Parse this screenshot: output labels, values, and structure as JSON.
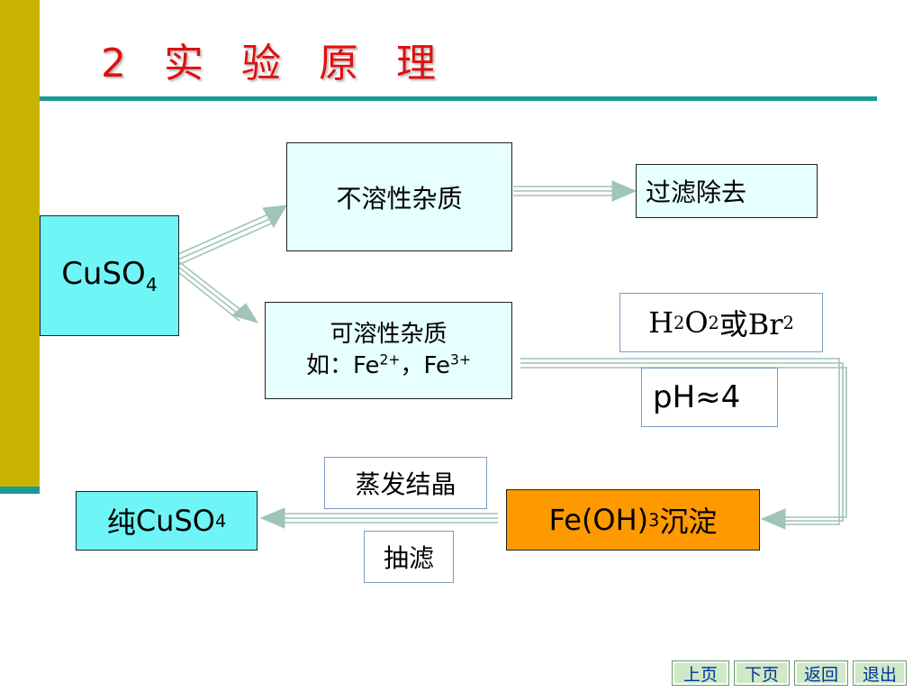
{
  "title": "2 实 验 原 理",
  "cuso4": {
    "base": "CuSO",
    "sub": "4"
  },
  "insoluble": "不溶性杂质",
  "filter_remove": "过滤除去",
  "soluble": {
    "line1": "可溶性杂质",
    "prefix": "如：Fe",
    "sup1": "2+",
    "mid": "，Fe",
    "sup2": "3+"
  },
  "oxidant": {
    "h": "H",
    "s1": "2",
    "o": "O",
    "s2": "2",
    "or": "或Br",
    "s3": "2"
  },
  "ph": "pH≈4",
  "evaporate": "蒸发结晶",
  "suction": "抽滤",
  "pure": {
    "prefix": "纯",
    "base": "CuSO",
    "sub": "4"
  },
  "precipitate": {
    "base": "Fe(OH)",
    "sub": "3",
    "suffix": "沉淀"
  },
  "nav": {
    "prev": "上页",
    "next": "下页",
    "back": "返回",
    "exit": "退出"
  },
  "colors": {
    "sidebar": "#c8b400",
    "accent": "#1a9a96",
    "title": "#e01010",
    "cyan": "#6ff5f5",
    "light_cyan": "#e6ffff",
    "orange": "#ff9900",
    "arrow": "#9fc4b8"
  }
}
